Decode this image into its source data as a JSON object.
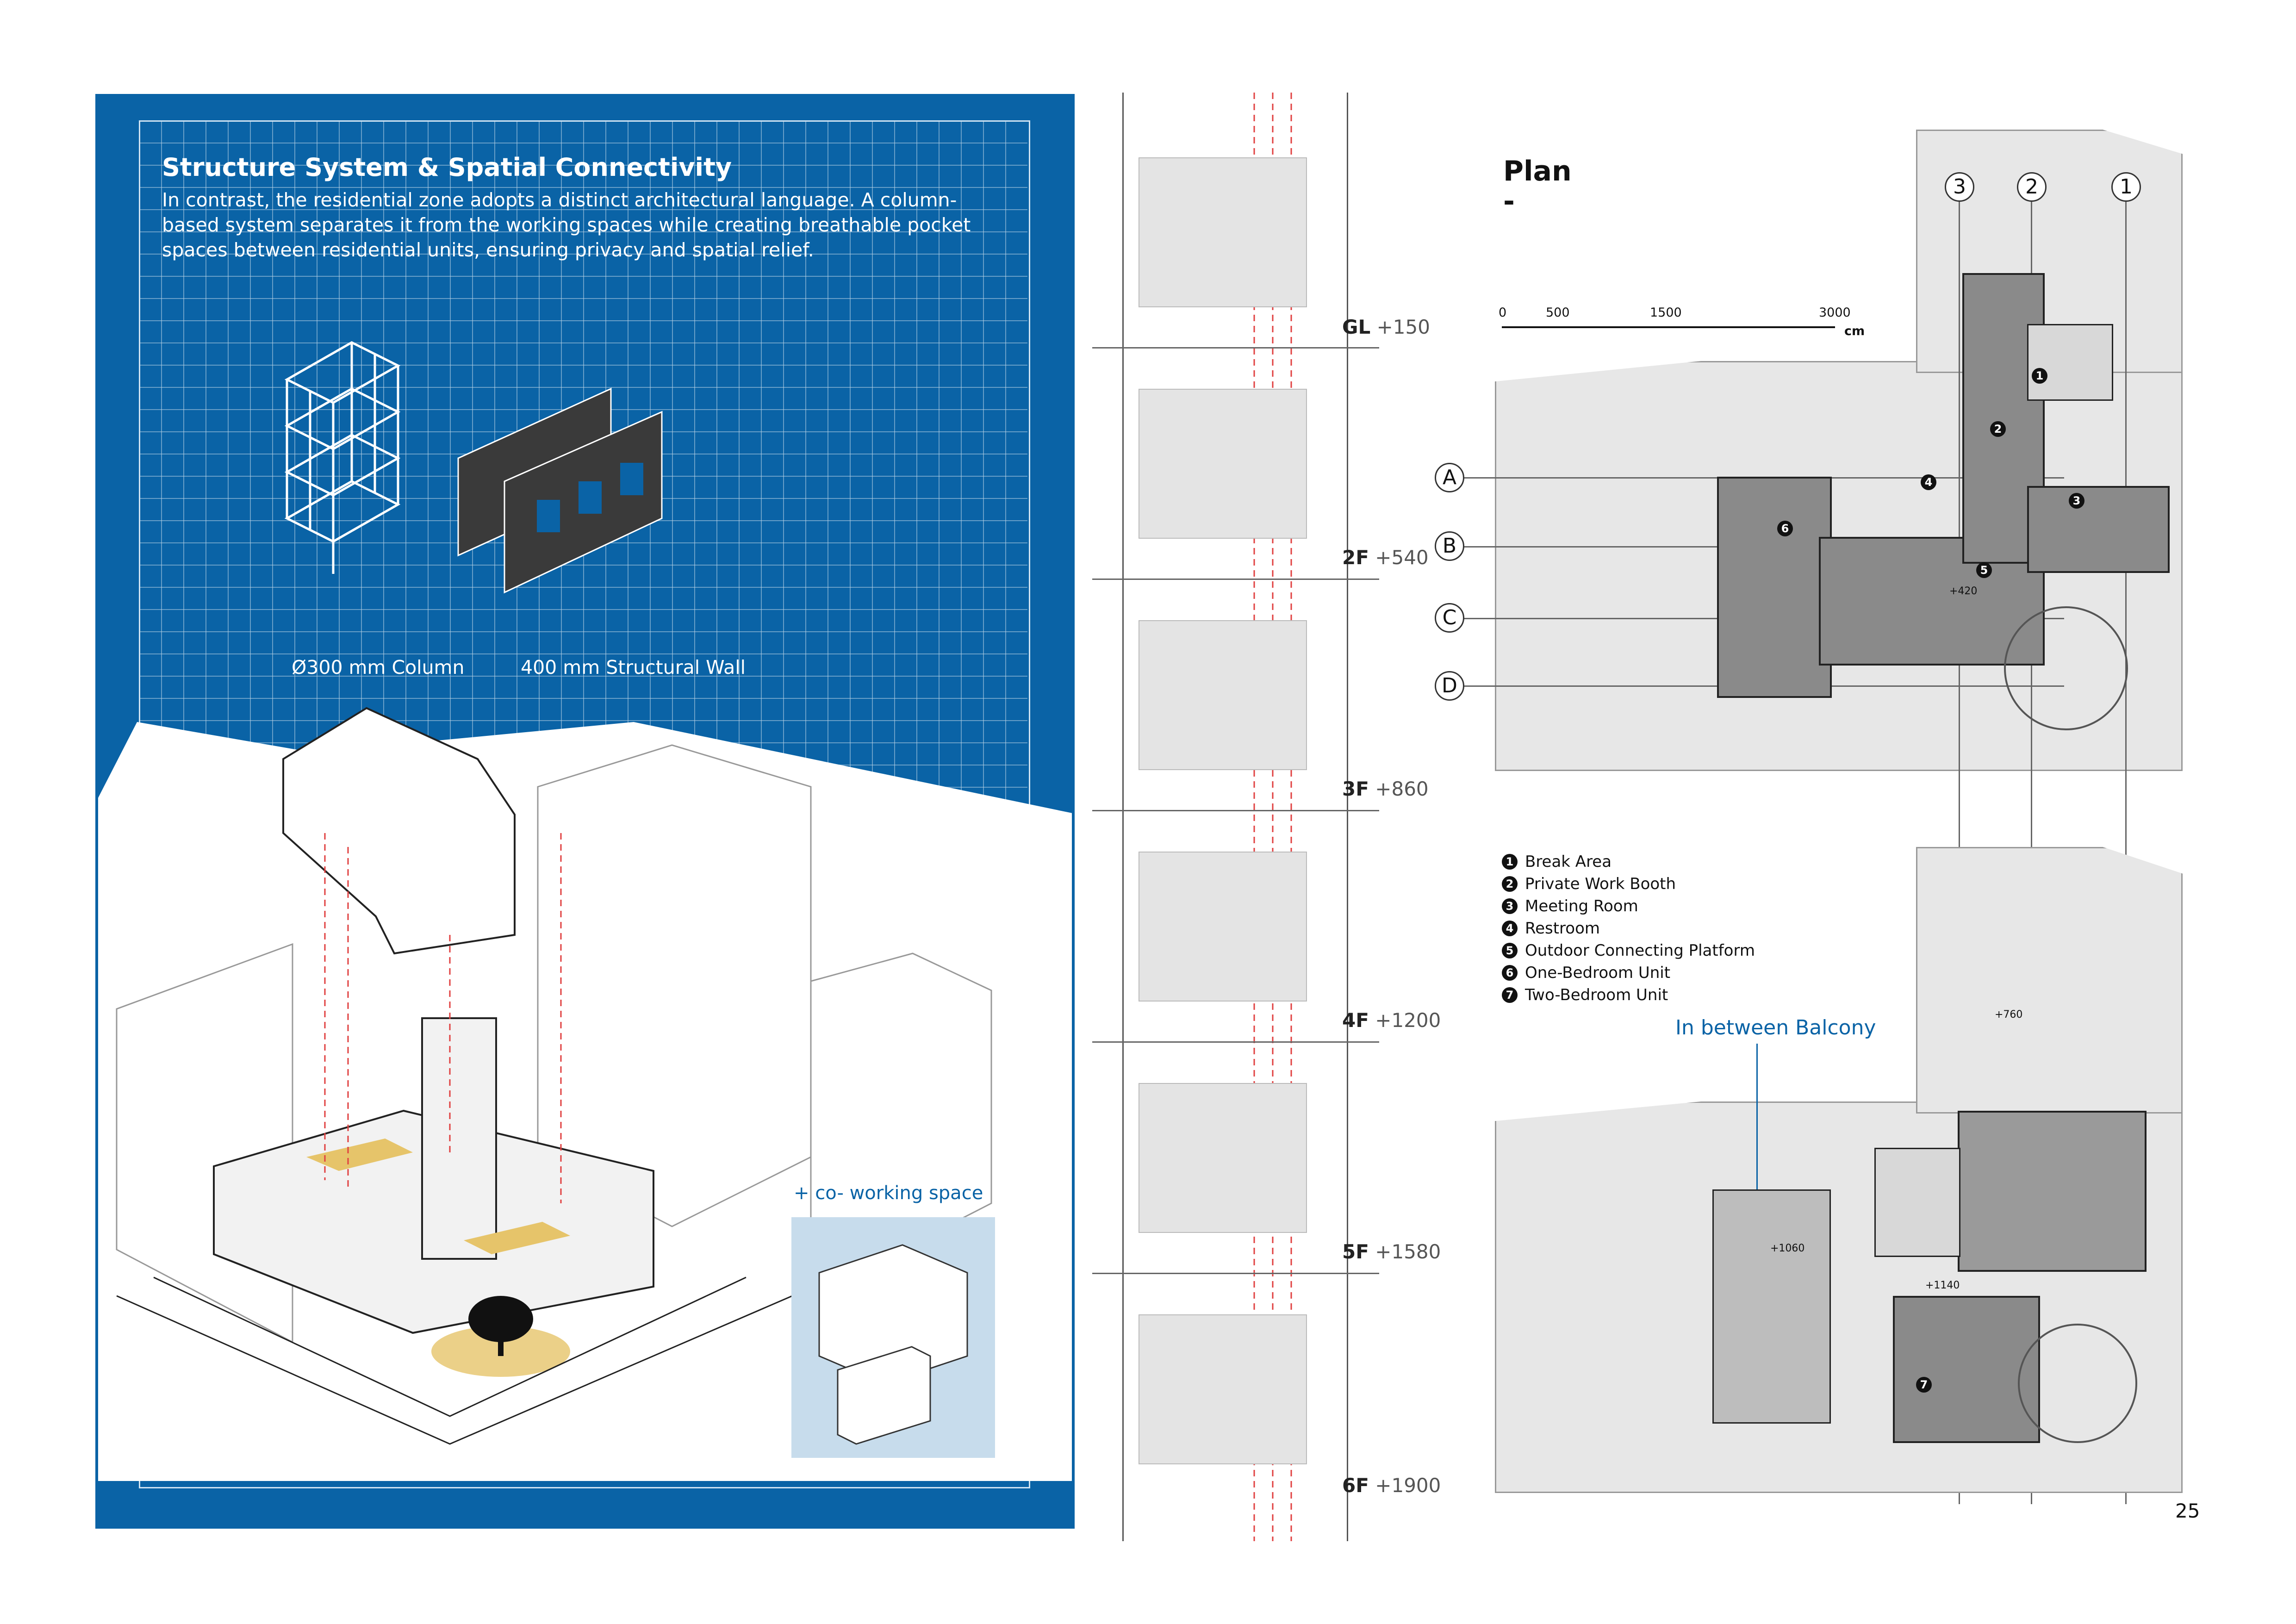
{
  "structure": {
    "title": "Structure System & Spatial Connectivity",
    "body": "In contrast, the residential zone adopts a distinct architectural language. A column-based system separates it from the working spaces while creating breathable pocket spaces between residential units, ensuring privacy and spatial relief.",
    "column_caption": "Ø300 mm Column",
    "wall_caption": "400 mm Structural Wall",
    "cowork_label": "+   co- working  space"
  },
  "floors": [
    {
      "name": "GL",
      "level": "+150"
    },
    {
      "name": "2F",
      "level": "+540"
    },
    {
      "name": "3F",
      "level": "+860"
    },
    {
      "name": "4F",
      "level": "+1200"
    },
    {
      "name": "5F",
      "level": "+1580"
    },
    {
      "name": "6F",
      "level": "+1900"
    }
  ],
  "plan": {
    "title": "Plan",
    "subtitle": "-",
    "scale": {
      "ticks": [
        "0",
        "500",
        "1500",
        "3000"
      ],
      "unit": "cm"
    },
    "axes_numbers": [
      "3",
      "2",
      "1"
    ],
    "axes_letters": [
      "A",
      "B",
      "C",
      "D"
    ],
    "room_markers_top": [
      "1",
      "2",
      "3",
      "4",
      "5",
      "6"
    ],
    "level_top": "+420",
    "levels_bottom": [
      "+760",
      "+1060",
      "+1140"
    ],
    "room_markers_bottom": [
      "7"
    ],
    "balcony_label": "In between Balcony"
  },
  "legend": [
    {
      "num": "1",
      "label": "Break Area"
    },
    {
      "num": "2",
      "label": "Private Work Booth"
    },
    {
      "num": "3",
      "label": "Meeting Room"
    },
    {
      "num": "4",
      "label": "Restroom"
    },
    {
      "num": "5",
      "label": "Outdoor Connecting Platform"
    },
    {
      "num": "6",
      "label": "One-Bedroom Unit"
    },
    {
      "num": "7",
      "label": "Two-Bedroom Unit"
    }
  ],
  "page_number": "25",
  "colors": {
    "blueprint": "#0a63a6",
    "accent_highlight": "#e6c46a",
    "cowork_box": "#c7dcec",
    "section_cut": "#e04040"
  }
}
